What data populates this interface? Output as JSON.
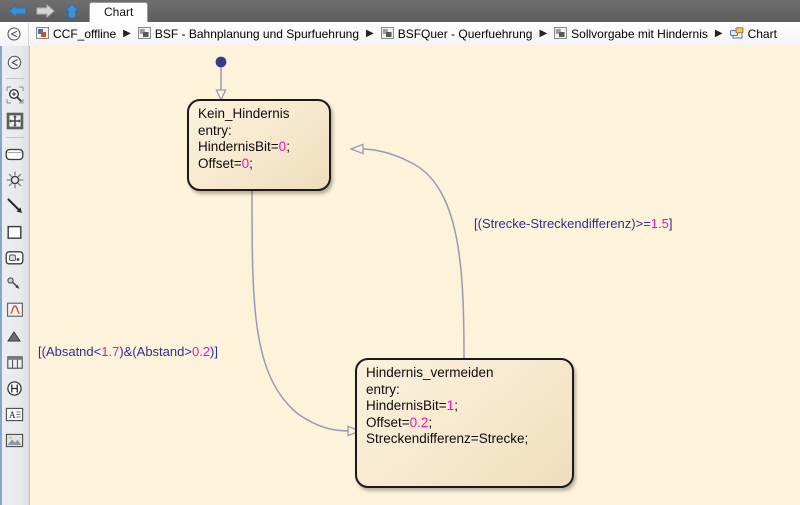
{
  "window": {
    "tab_label": "Chart",
    "nav": {
      "back_icon": "back-arrow-icon",
      "forward_icon": "forward-arrow-icon",
      "up_icon": "up-arrow-icon"
    }
  },
  "breadcrumb": {
    "home_icon": "model-explorer-icon",
    "separator": "▶",
    "items": [
      {
        "label": "CCF_offline",
        "icon": "simulink-model-icon"
      },
      {
        "label": "BSF - Bahnplanung und Spurfuehrung",
        "icon": "subsystem-icon"
      },
      {
        "label": "BSFQuer - Querfuehrung",
        "icon": "subsystem-icon"
      },
      {
        "label": "Sollvorgabe mit Hindernis",
        "icon": "subsystem-icon"
      },
      {
        "label": "Chart",
        "icon": "stateflow-chart-icon"
      }
    ]
  },
  "palette": {
    "items": [
      {
        "name": "model-explorer-icon",
        "tooltip": "Model Explorer"
      },
      {
        "name": "zoom-in-icon",
        "tooltip": "Zoom In"
      },
      {
        "name": "fit-to-view-icon",
        "tooltip": "Fit To View"
      },
      {
        "name": "state-tool-icon",
        "tooltip": "State"
      },
      {
        "name": "junction-tool-icon",
        "tooltip": "Default Transition / Junction"
      },
      {
        "name": "transition-tool-icon",
        "tooltip": "Transition"
      },
      {
        "name": "box-tool-icon",
        "tooltip": "Box"
      },
      {
        "name": "subchart-tool-icon",
        "tooltip": "Subchart"
      },
      {
        "name": "graphical-function-icon",
        "tooltip": "Graphical Function"
      },
      {
        "name": "matlab-function-icon",
        "tooltip": "MATLAB Function"
      },
      {
        "name": "simulink-function-icon",
        "tooltip": "Simulink Function"
      },
      {
        "name": "truth-table-icon",
        "tooltip": "Truth Table"
      },
      {
        "name": "history-junction-icon",
        "tooltip": "History Junction"
      },
      {
        "name": "annotation-icon",
        "tooltip": "Annotation"
      },
      {
        "name": "image-icon",
        "tooltip": "Image"
      }
    ]
  },
  "chart": {
    "default_transition": {
      "name": "default-transition",
      "dot_color": "#3a3a8c"
    },
    "states": [
      {
        "id": "kein-hindernis",
        "name": "Kein_Hindernis",
        "lines": [
          {
            "text": "Kein_Hindernis"
          },
          {
            "text": "entry:"
          },
          {
            "text": "HindernisBit=",
            "value": "0",
            "suffix": ";"
          },
          {
            "text": "Offset=",
            "value": "0",
            "suffix": ";"
          }
        ]
      },
      {
        "id": "hindernis-vermeiden",
        "name": "Hindernis_vermeiden",
        "lines": [
          {
            "text": "Hindernis_vermeiden"
          },
          {
            "text": "entry:"
          },
          {
            "text": "HindernisBit=",
            "value": "1",
            "suffix": ";"
          },
          {
            "text": "Offset=",
            "value": "0.2",
            "suffix": ";"
          },
          {
            "text": "Streckendifferenz=Strecke;"
          }
        ]
      }
    ],
    "transitions": [
      {
        "id": "to-vermeiden",
        "from": "Kein_Hindernis",
        "to": "Hindernis_vermeiden",
        "label_parts": [
          {
            "text": "[(Absatnd<"
          },
          {
            "value": "1.7"
          },
          {
            "text": ")&(Abstand>"
          },
          {
            "value": "0.2"
          },
          {
            "text": ")]"
          }
        ],
        "label_text": "[(Absatnd<1.7)&(Abstand>0.2)]"
      },
      {
        "id": "to-kein",
        "from": "Hindernis_vermeiden",
        "to": "Kein_Hindernis",
        "label_parts": [
          {
            "text": "[(Strecke-Streckendifferenz)>="
          },
          {
            "value": "1.5"
          },
          {
            "text": "]"
          }
        ],
        "label_text": "[(Strecke-Streckendifferenz)>=1.5]"
      }
    ]
  },
  "colors": {
    "canvas_bg": "#fdf3da",
    "state_fill": "#f7ead1",
    "state_border": "#1a1a1a",
    "transition_line": "#9a9ab5",
    "label_text": "#2f2f8f",
    "literal_value": "#f012be",
    "tabbar_bg": "#5d5d5d"
  }
}
